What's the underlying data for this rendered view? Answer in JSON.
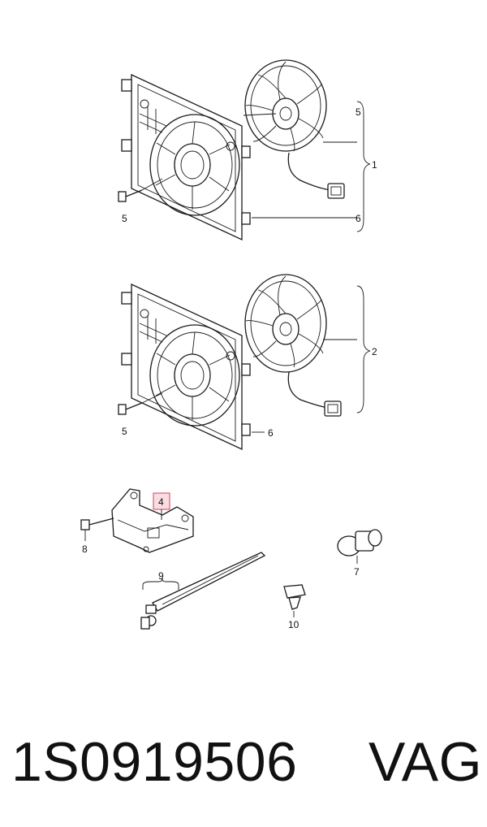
{
  "diagram": {
    "assembly_1": {
      "labels": [
        "5",
        "1",
        "5",
        "6"
      ]
    },
    "assembly_2": {
      "labels": [
        "2",
        "5",
        "6"
      ]
    },
    "lower_parts": {
      "labels": [
        "4",
        "8",
        "7",
        "9",
        "10"
      ],
      "highlight_color": "#e05a70"
    }
  },
  "footer": {
    "part_number": "1S0919506",
    "brand": "VAG"
  }
}
